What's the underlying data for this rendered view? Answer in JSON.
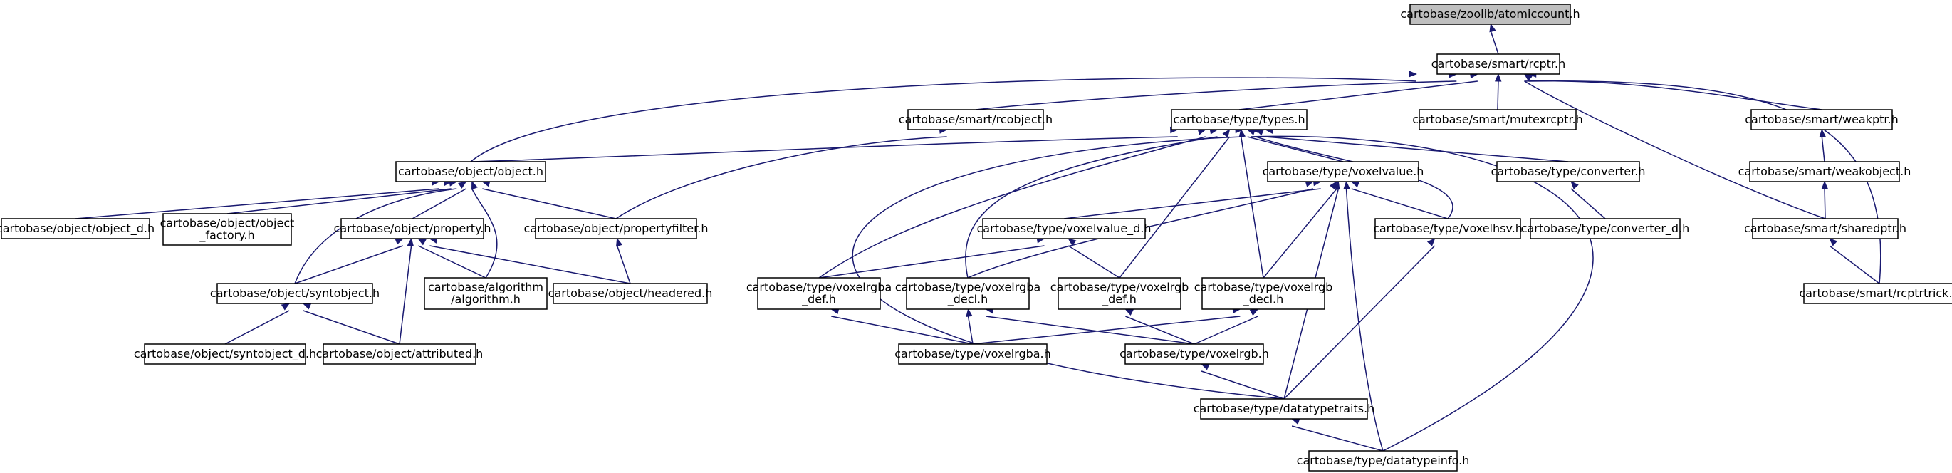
{
  "title": "",
  "colors": {
    "edge": "#191970",
    "root_fill": "#bfbfbf",
    "node_fill": "#ffffff",
    "node_border": "#000000"
  },
  "nodes": [
    {
      "id": "atomiccount",
      "lines": [
        "cartobase/zoolib/atomiccount.h"
      ],
      "root": true
    },
    {
      "id": "rcptr",
      "lines": [
        "cartobase/smart/rcptr.h"
      ]
    },
    {
      "id": "rcobject",
      "lines": [
        "cartobase/smart/rcobject.h"
      ]
    },
    {
      "id": "types",
      "lines": [
        "cartobase/type/types.h"
      ]
    },
    {
      "id": "mutexrcptr",
      "lines": [
        "cartobase/smart/mutexrcptr.h"
      ]
    },
    {
      "id": "weakptr",
      "lines": [
        "cartobase/smart/weakptr.h"
      ]
    },
    {
      "id": "object",
      "lines": [
        "cartobase/object/object.h"
      ]
    },
    {
      "id": "voxelvalue",
      "lines": [
        "cartobase/type/voxelvalue.h"
      ]
    },
    {
      "id": "converter",
      "lines": [
        "cartobase/type/converter.h"
      ]
    },
    {
      "id": "weakobject",
      "lines": [
        "cartobase/smart/weakobject.h"
      ]
    },
    {
      "id": "object_d",
      "lines": [
        "cartobase/object/object_d.h"
      ]
    },
    {
      "id": "object_factory",
      "lines": [
        "cartobase/object/object",
        "_factory.h"
      ]
    },
    {
      "id": "property",
      "lines": [
        "cartobase/object/property.h"
      ]
    },
    {
      "id": "propertyfilter",
      "lines": [
        "cartobase/object/propertyfilter.h"
      ]
    },
    {
      "id": "voxelvalue_d",
      "lines": [
        "cartobase/type/voxelvalue_d.h"
      ]
    },
    {
      "id": "voxelhsv",
      "lines": [
        "cartobase/type/voxelhsv.h"
      ]
    },
    {
      "id": "converter_d",
      "lines": [
        "cartobase/type/converter_d.h"
      ]
    },
    {
      "id": "sharedptr",
      "lines": [
        "cartobase/smart/sharedptr.h"
      ]
    },
    {
      "id": "syntobject",
      "lines": [
        "cartobase/object/syntobject.h"
      ]
    },
    {
      "id": "algorithm",
      "lines": [
        "cartobase/algorithm",
        "/algorithm.h"
      ]
    },
    {
      "id": "headered",
      "lines": [
        "cartobase/object/headered.h"
      ]
    },
    {
      "id": "voxelrgba_def",
      "lines": [
        "cartobase/type/voxelrgba",
        "_def.h"
      ]
    },
    {
      "id": "voxelrgba_decl",
      "lines": [
        "cartobase/type/voxelrgba",
        "_decl.h"
      ]
    },
    {
      "id": "voxelrgb_def",
      "lines": [
        "cartobase/type/voxelrgb",
        "_def.h"
      ]
    },
    {
      "id": "voxelrgb_decl",
      "lines": [
        "cartobase/type/voxelrgb",
        "_decl.h"
      ]
    },
    {
      "id": "rcptrtrick",
      "lines": [
        "cartobase/smart/rcptrtrick.h"
      ]
    },
    {
      "id": "syntobject_d",
      "lines": [
        "cartobase/object/syntobject_d.h"
      ]
    },
    {
      "id": "attributed",
      "lines": [
        "cartobase/object/attributed.h"
      ]
    },
    {
      "id": "voxelrgba",
      "lines": [
        "cartobase/type/voxelrgba.h"
      ]
    },
    {
      "id": "voxelrgb",
      "lines": [
        "cartobase/type/voxelrgb.h"
      ]
    },
    {
      "id": "datatypetraits",
      "lines": [
        "cartobase/type/datatypetraits.h"
      ]
    },
    {
      "id": "datatypeinfo",
      "lines": [
        "cartobase/type/datatypeinfo.h"
      ]
    }
  ],
  "edges": [
    [
      "atomiccount",
      "rcptr"
    ],
    [
      "rcptr",
      "rcobject"
    ],
    [
      "rcptr",
      "types"
    ],
    [
      "rcptr",
      "mutexrcptr"
    ],
    [
      "rcptr",
      "weakptr"
    ],
    [
      "rcptr",
      "object"
    ],
    [
      "rcptr",
      "sharedptr"
    ],
    [
      "rcptr",
      "rcptrtrick"
    ],
    [
      "rcobject",
      "propertyfilter"
    ],
    [
      "types",
      "object"
    ],
    [
      "types",
      "voxelvalue"
    ],
    [
      "types",
      "converter"
    ],
    [
      "types",
      "voxelhsv"
    ],
    [
      "types",
      "voxelrgba_def"
    ],
    [
      "types",
      "voxelrgba_decl"
    ],
    [
      "types",
      "voxelrgb_def"
    ],
    [
      "types",
      "voxelrgb_decl"
    ],
    [
      "types",
      "datatypetraits"
    ],
    [
      "types",
      "datatypeinfo"
    ],
    [
      "weakptr",
      "weakobject"
    ],
    [
      "weakobject",
      "sharedptr"
    ],
    [
      "sharedptr",
      "rcptrtrick"
    ],
    [
      "object",
      "object_d"
    ],
    [
      "object",
      "object_factory"
    ],
    [
      "object",
      "property"
    ],
    [
      "object",
      "propertyfilter"
    ],
    [
      "object",
      "syntobject"
    ],
    [
      "object",
      "algorithm"
    ],
    [
      "property",
      "syntobject"
    ],
    [
      "property",
      "algorithm"
    ],
    [
      "property",
      "headered"
    ],
    [
      "property",
      "attributed"
    ],
    [
      "propertyfilter",
      "headered"
    ],
    [
      "syntobject",
      "syntobject_d"
    ],
    [
      "syntobject",
      "attributed"
    ],
    [
      "voxelvalue",
      "voxelvalue_d"
    ],
    [
      "voxelvalue",
      "voxelhsv"
    ],
    [
      "voxelvalue",
      "voxelrgba_decl"
    ],
    [
      "voxelvalue",
      "voxelrgb_decl"
    ],
    [
      "voxelvalue",
      "datatypetraits"
    ],
    [
      "voxelvalue",
      "datatypeinfo"
    ],
    [
      "voxelvalue_d",
      "voxelrgba_def"
    ],
    [
      "voxelvalue_d",
      "voxelrgb_def"
    ],
    [
      "voxelhsv",
      "datatypetraits"
    ],
    [
      "converter",
      "converter_d"
    ],
    [
      "voxelrgba_def",
      "voxelrgba"
    ],
    [
      "voxelrgba_decl",
      "voxelrgba"
    ],
    [
      "voxelrgba_decl",
      "voxelrgb"
    ],
    [
      "voxelrgb_def",
      "voxelrgb"
    ],
    [
      "voxelrgb_decl",
      "voxelrgba"
    ],
    [
      "voxelrgb_decl",
      "voxelrgb"
    ],
    [
      "voxelrgb",
      "datatypetraits"
    ],
    [
      "datatypetraits",
      "datatypeinfo"
    ]
  ]
}
